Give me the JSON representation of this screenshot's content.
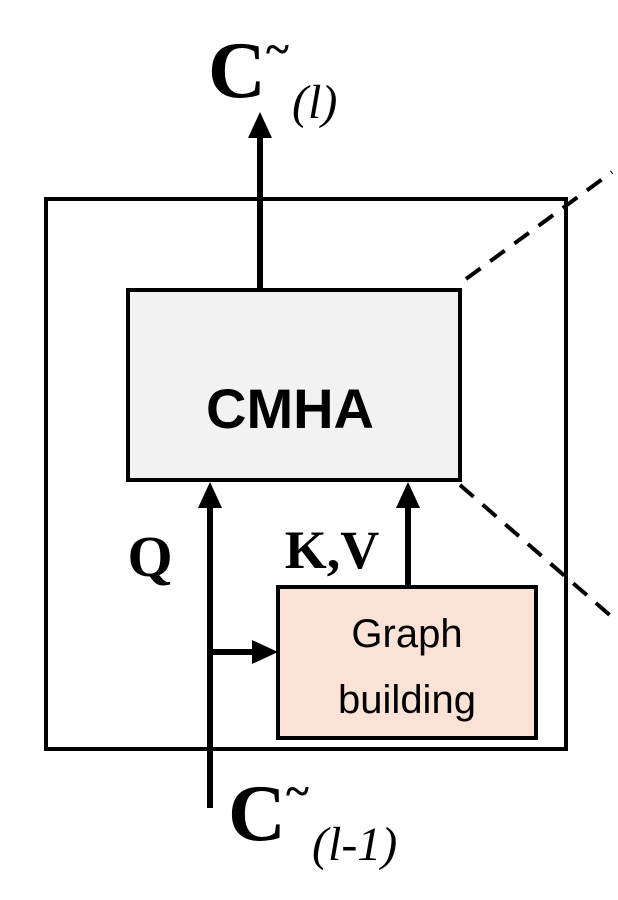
{
  "colors": {
    "stroke": "#000000",
    "cmha_fill": "#f2f2f2",
    "graph_fill": "#fbe2d6"
  },
  "output_label": {
    "main": "C",
    "tilde": "~",
    "sub": "(l)"
  },
  "input_label": {
    "main": "C",
    "tilde": "~",
    "sub": "(l-1)"
  },
  "cmha_block": {
    "label": "CMHA"
  },
  "graph_block": {
    "line1": "Graph",
    "line2": "building"
  },
  "query_label": "Q",
  "kv_label": "K,V"
}
